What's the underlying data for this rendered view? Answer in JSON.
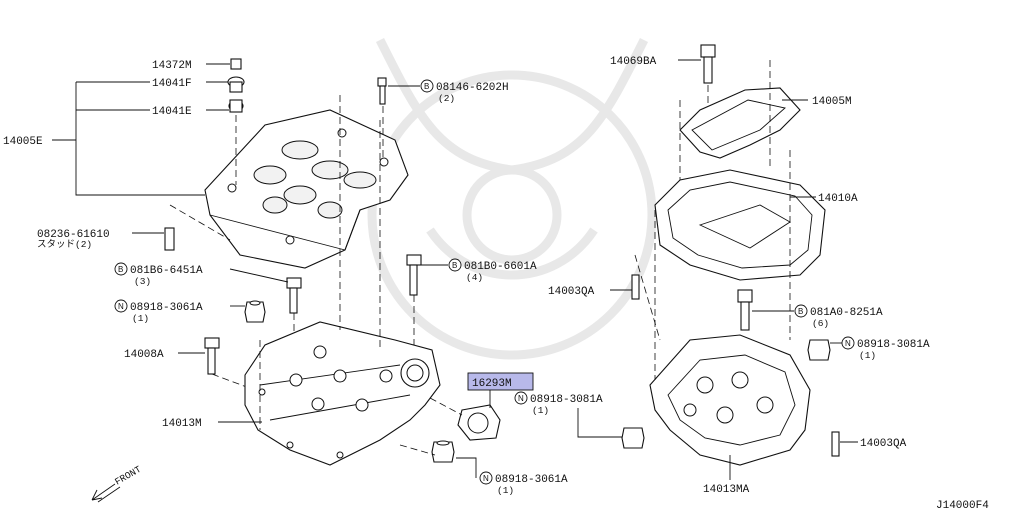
{
  "highlight_color": "#b8b9ea",
  "labels": {
    "p14372M": "14372M",
    "p14041F": "14041F",
    "p14041E": "14041E",
    "p14005E": "14005E",
    "p08146": "08146-6202H",
    "p08146q": "(2)",
    "p08236": "08236-61610",
    "p08236sub": "スタッド(2)",
    "p081B6": "081B6-6451A",
    "p081B6q": "(3)",
    "p081B0": "081B0-6601A",
    "p081B0q": "(4)",
    "p08918a": "08918-3061A",
    "p08918aq": "(1)",
    "p14008A": "14008A",
    "p14013M": "14013M",
    "p16293M": "16293M",
    "p08918b": "08918-3081A",
    "p08918bq": "(1)",
    "p08918c": "08918-3061A",
    "p08918cq": "(1)",
    "p14069BA": "14069BA",
    "p14005M": "14005M",
    "p14010A": "14010A",
    "p14003QA": "14003QA",
    "p081A0": "081A0-8251A",
    "p081A0q": "(6)",
    "p08918d": "08918-3081A",
    "p08918dq": "(1)",
    "p14003QA2": "14003QA",
    "p14013MA": "14013MA",
    "front": "FRONT",
    "figure_code": "J14000F4"
  },
  "markers": {
    "bolt": "B",
    "nut": "N"
  }
}
